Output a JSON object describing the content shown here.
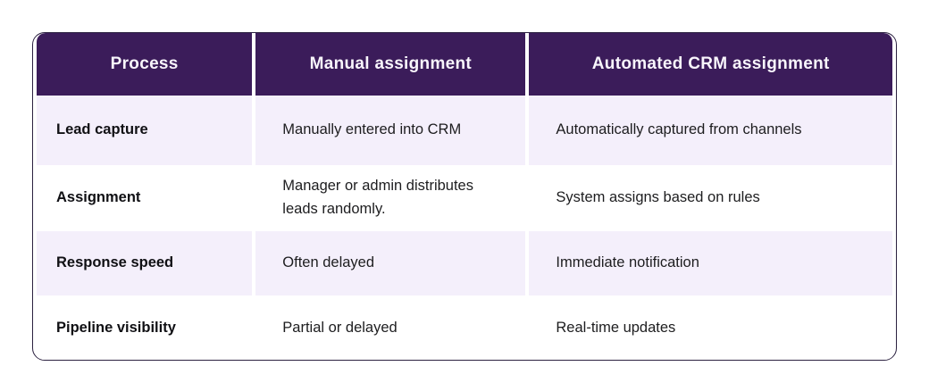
{
  "table": {
    "columns": [
      {
        "label": "Process"
      },
      {
        "label": "Manual assignment"
      },
      {
        "label": "Automated CRM assignment"
      }
    ],
    "rows": [
      {
        "process": "Lead capture",
        "manual": "Manually entered into CRM",
        "automated": "Automatically captured from channels"
      },
      {
        "process": "Assignment",
        "manual": "Manager or admin distributes leads randomly.",
        "automated": "System assigns based on rules"
      },
      {
        "process": "Response speed",
        "manual": "Often delayed",
        "automated": "Immediate notification"
      },
      {
        "process": "Pipeline visibility",
        "manual": "Partial or delayed",
        "automated": "Real-time updates"
      }
    ],
    "colors": {
      "header_bg": "#3b1c5a",
      "header_text": "#f8f5fc",
      "row_alt_bg": "#f4effb",
      "row_bg": "#ffffff",
      "outer_border": "#2b2140",
      "body_text": "#1d1d1f"
    }
  }
}
